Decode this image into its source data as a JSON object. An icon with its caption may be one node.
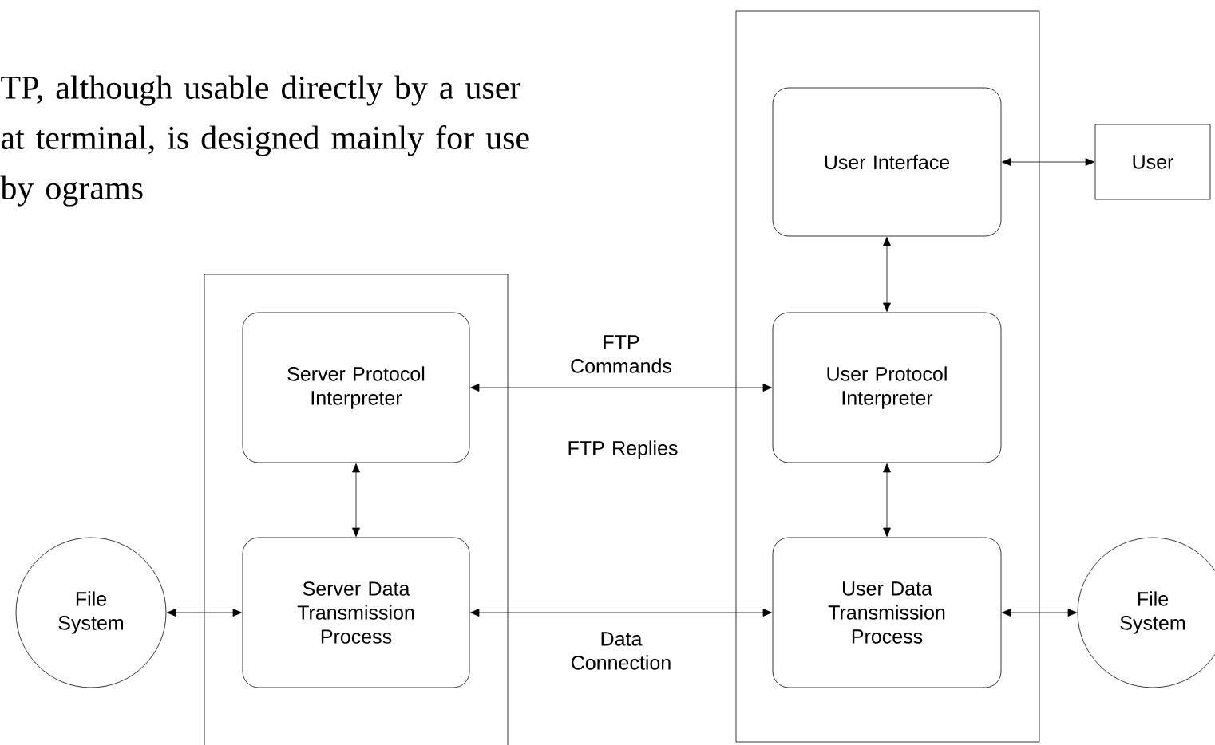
{
  "diagram": {
    "nodes": [
      {
        "text": [],
        "shape": "box"
      },
      {
        "text": [
          "Server Protocol Interpreter"
        ],
        "in": 0
      },
      {
        "text": [
          "Server Data Transmission Process"
        ],
        "in": 0
      },
      {
        "text": [],
        "shape": "box"
      },
      {
        "text": [
          "User Interface"
        ],
        "in": 3
      },
      {
        "text": [
          "User Protocol Interpreter"
        ],
        "in": 3
      },
      {
        "text": [
          "User Data Transmission Process"
        ],
        "in": 3
      },
      {
        "text": [
          "User"
        ]
      },
      {
        "text": [
          "File System"
        ]
      },
      {
        "text": [
          "File System"
        ]
      }
    ],
    "edges": [
      {
        "from": 1,
        "to": 5,
        "arrow": "both",
        "label": "FTP Commands"
      },
      {
        "from": 1,
        "to": 2,
        "arrow": "both"
      },
      {
        "from": 8,
        "to": 2,
        "arrow": "both"
      },
      {
        "from": 2,
        "to": 6,
        "arrow": "both",
        "label": "Data Connection"
      },
      {
        "from": 4,
        "to": 7,
        "arrow": "both"
      },
      {
        "from": 4,
        "to": 5,
        "arrow": "both"
      },
      {
        "from": 5,
        "to": 6,
        "arrow": "both"
      },
      {
        "from": 6,
        "to": 9,
        "arrow": "both"
      }
    ],
    "labels": [
      "TP, although usable directly by a user at terminal, is designed mainly for use by ograms",
      "FTP Replies"
    ]
  }
}
